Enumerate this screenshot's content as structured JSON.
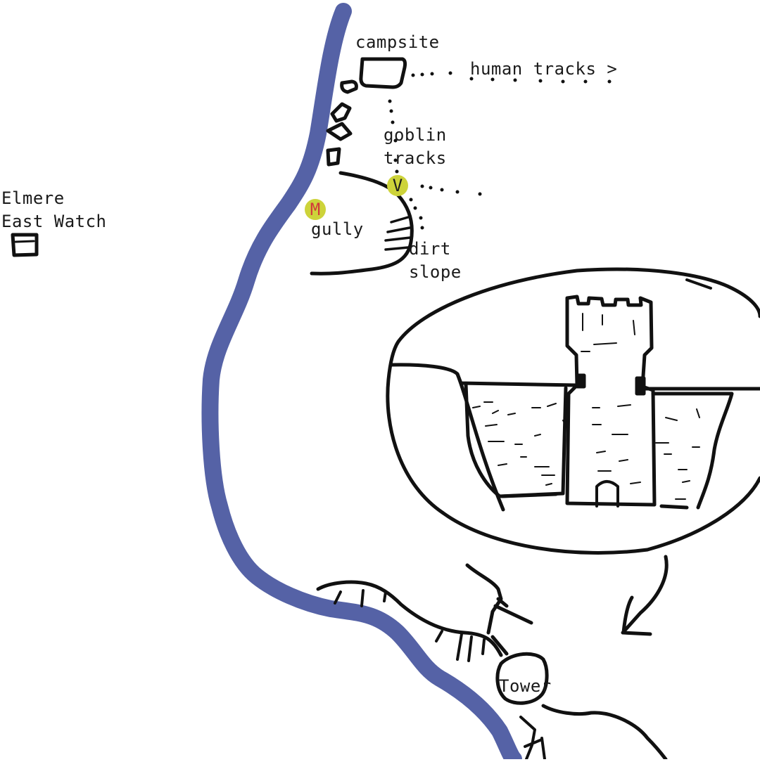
{
  "colors": {
    "river": "#5562a6",
    "ink": "#111111",
    "marker_fill": "#cdd33a",
    "marker_m_text": "#d23a3a",
    "marker_v_text": "#1c1c1c"
  },
  "labels": {
    "campsite": "campsite",
    "human_tracks": "human tracks >",
    "goblin_tracks_1": "goblin",
    "goblin_tracks_2": "tracks",
    "elmere_1": "Elmere",
    "elmere_2": "East Watch",
    "gully": "gully",
    "dirt_slope_1": "dirt",
    "dirt_slope_2": "slope",
    "tower": "Tower"
  },
  "markers": {
    "m": "M",
    "v": "V"
  }
}
